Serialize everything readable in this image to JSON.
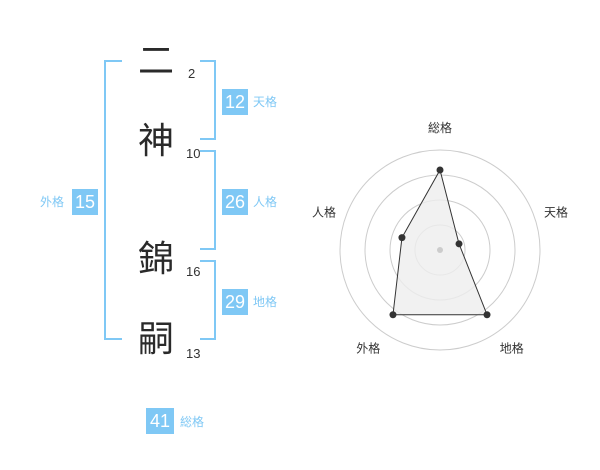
{
  "name_chars": [
    {
      "char": "二",
      "strokes": "2"
    },
    {
      "char": "神",
      "strokes": "10"
    },
    {
      "char": "錦",
      "strokes": "16"
    },
    {
      "char": "嗣",
      "strokes": "13"
    }
  ],
  "fortunes": {
    "tenkaku": {
      "value": "12",
      "label": "天格"
    },
    "jinkaku": {
      "value": "26",
      "label": "人格"
    },
    "chikaku": {
      "value": "29",
      "label": "地格"
    },
    "gaikaku": {
      "value": "15",
      "label": "外格"
    },
    "soukaku": {
      "value": "41",
      "label": "総格"
    }
  },
  "chart_data": {
    "type": "radar",
    "axes": [
      "総格",
      "天格",
      "地格",
      "外格",
      "人格"
    ],
    "values": [
      4,
      1,
      4,
      4,
      2
    ],
    "max": 5,
    "rings": 4,
    "colors": {
      "fill": "#eeeeee",
      "stroke": "#333333",
      "grid": "#cccccc",
      "center": "#cccccc"
    }
  }
}
